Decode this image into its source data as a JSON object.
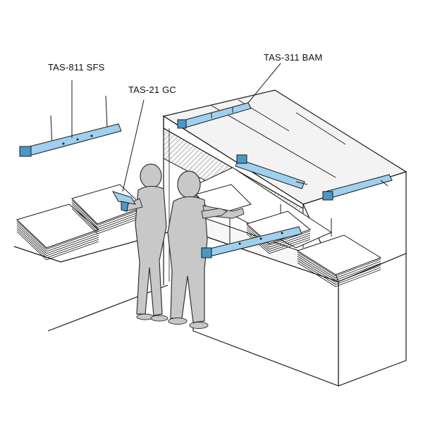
{
  "labels": {
    "sfs": "TAS-811 SFS",
    "gc": "TAS-21 GC",
    "bam": "TAS-311 BAM"
  },
  "colors": {
    "ionizer": "#9fd0ee",
    "ionizer_dark": "#4a98c8",
    "person": "#c8c8c8",
    "person_edge": "#333333",
    "line": "#1a1a1a",
    "panel": "#f2f2f2",
    "panel_dark": "#e4e4e4",
    "hatch": "#6f6f6f"
  },
  "icons": {
    "ceiling_ionizer": "bar-ionizer-icon",
    "hood_ionizer": "bar-ionizer-icon",
    "ionizer_gun": "ionizer-gun-icon",
    "operator": "operator-icon",
    "worker": "worker-icon",
    "paper_stack": "paper-stack-icon"
  }
}
